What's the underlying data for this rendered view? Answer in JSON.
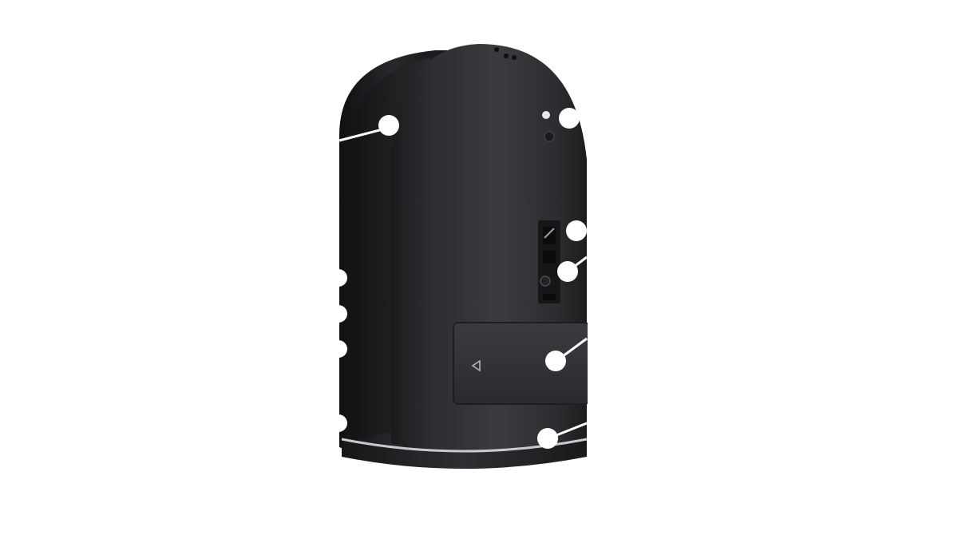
{
  "scene": {
    "subject": "device-product-render",
    "background_color": "#ffffff",
    "body_color": "#2a2b2d",
    "accent_color": "#ffffff"
  },
  "callouts": [
    {
      "id": "left-top-callout"
    },
    {
      "id": "top-right-callout"
    },
    {
      "id": "right-upper-callout"
    },
    {
      "id": "right-middle-callout"
    },
    {
      "id": "right-lower-callout"
    },
    {
      "id": "bottom-right-callout"
    },
    {
      "id": "left-edge-callout-1"
    },
    {
      "id": "left-edge-callout-2"
    },
    {
      "id": "left-edge-callout-3"
    },
    {
      "id": "left-edge-callout-4"
    }
  ]
}
